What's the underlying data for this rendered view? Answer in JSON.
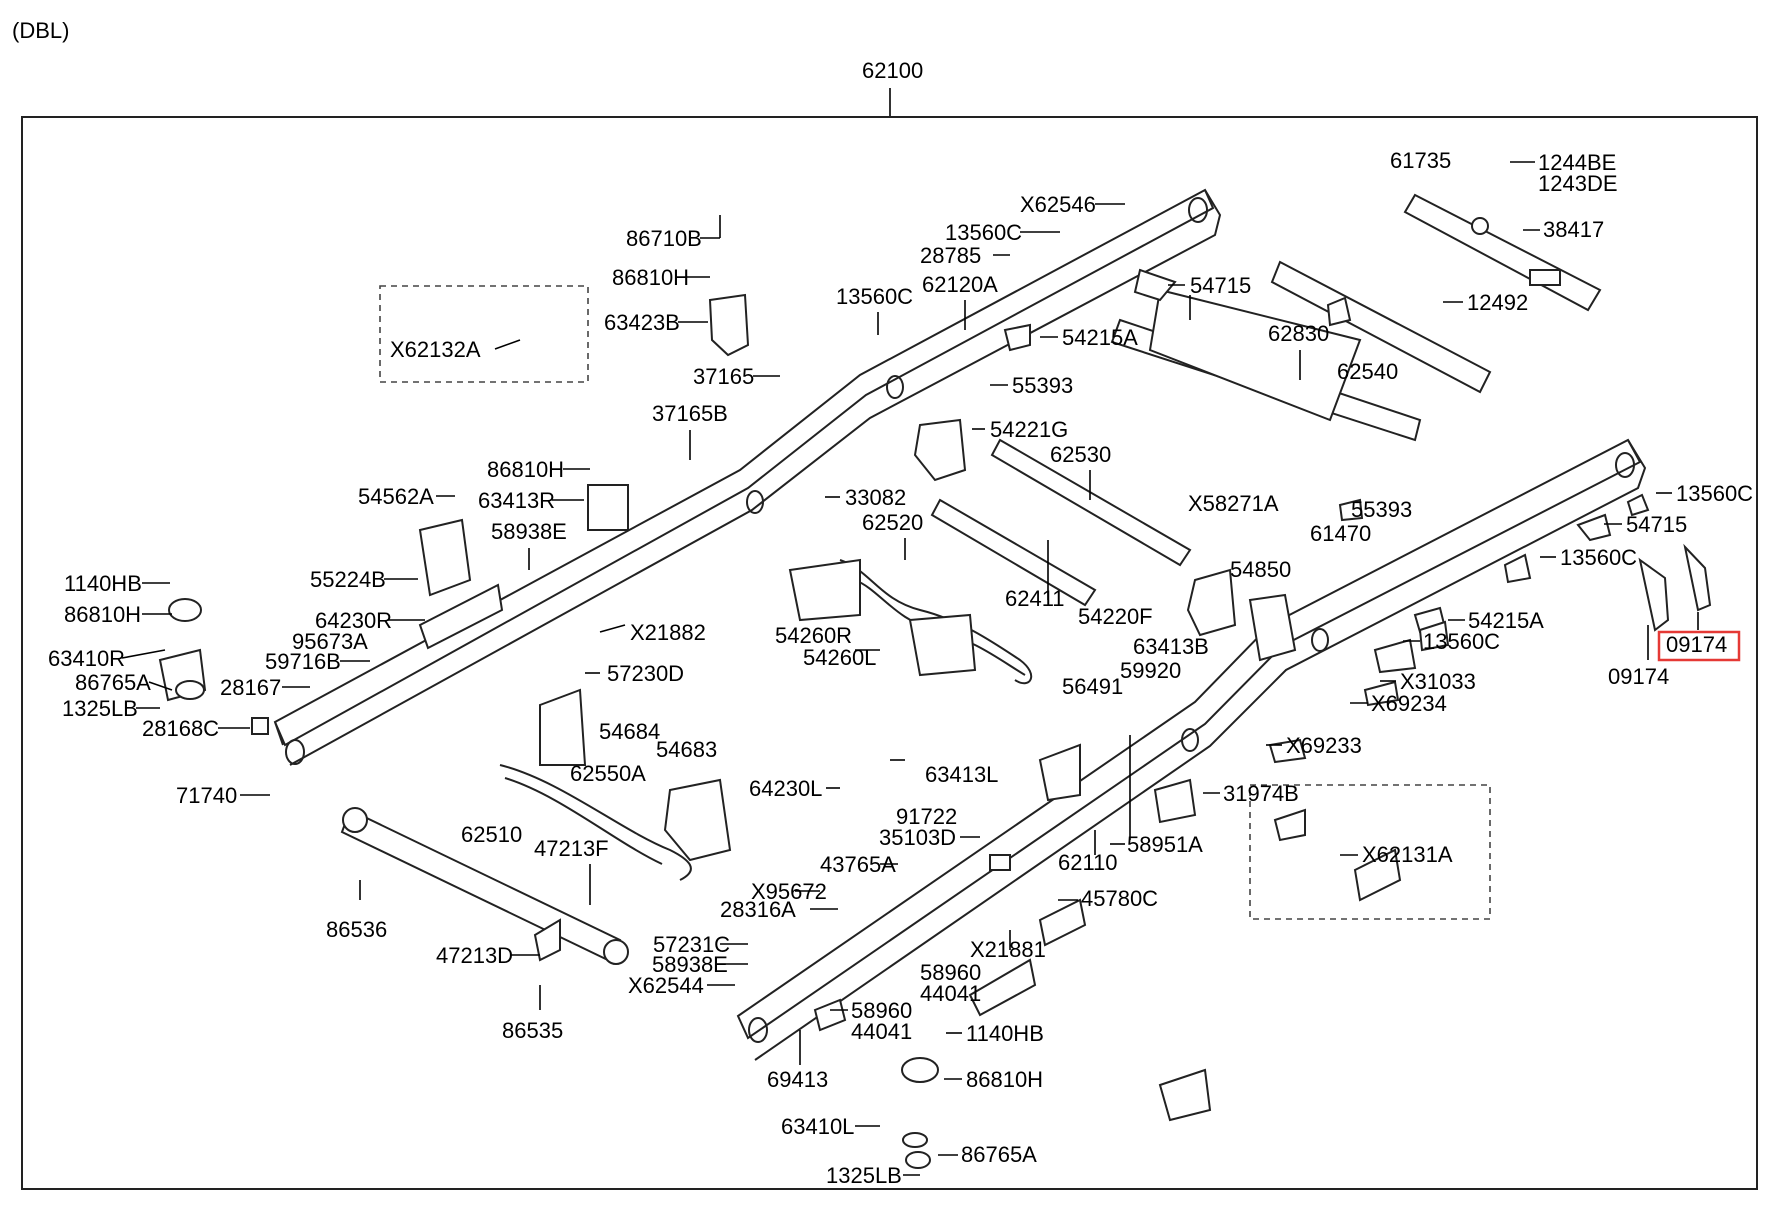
{
  "header": {
    "variant": "(DBL)",
    "assembly": "62100"
  },
  "highlight": "09174",
  "labels": [
    "86710B",
    "86810H",
    "63423B",
    "X62132A",
    "37165",
    "37165B",
    "86810H",
    "63413R",
    "54562A",
    "58938E",
    "55224B",
    "1140HB",
    "86810H",
    "64230R",
    "95673A",
    "59716B",
    "63410R",
    "86765A",
    "28167",
    "1325LB",
    "28168C",
    "71740",
    "X62546",
    "13560C",
    "28785",
    "13560C",
    "62120A",
    "54715",
    "54215A",
    "55393",
    "54221G",
    "62530",
    "33082",
    "62520",
    "X21882",
    "57230D",
    "54260R",
    "54260L",
    "62411",
    "54684",
    "54683",
    "62550A",
    "62510",
    "47213F",
    "86536",
    "47213D",
    "86535",
    "64230L",
    "63413L",
    "56491",
    "59920",
    "91722",
    "35103D",
    "43765A",
    "X95672",
    "28316A",
    "57231C",
    "58938E",
    "X62544",
    "61735",
    "1244BE",
    "1243DE",
    "38417",
    "12492",
    "62830",
    "62540",
    "X58271A",
    "55393",
    "61470",
    "54850",
    "54220F",
    "63413B",
    "13560C",
    "54715",
    "13560C",
    "54215A",
    "13560C",
    "X31033",
    "X69234",
    "X69233",
    "31974B",
    "62110",
    "58951A",
    "45780C",
    "X21881",
    "58960",
    "44041",
    "58960",
    "44041",
    "1140HB",
    "69413",
    "86810H",
    "63410L",
    "86765A",
    "1325LB",
    "X62131A",
    "09174",
    "09174"
  ]
}
